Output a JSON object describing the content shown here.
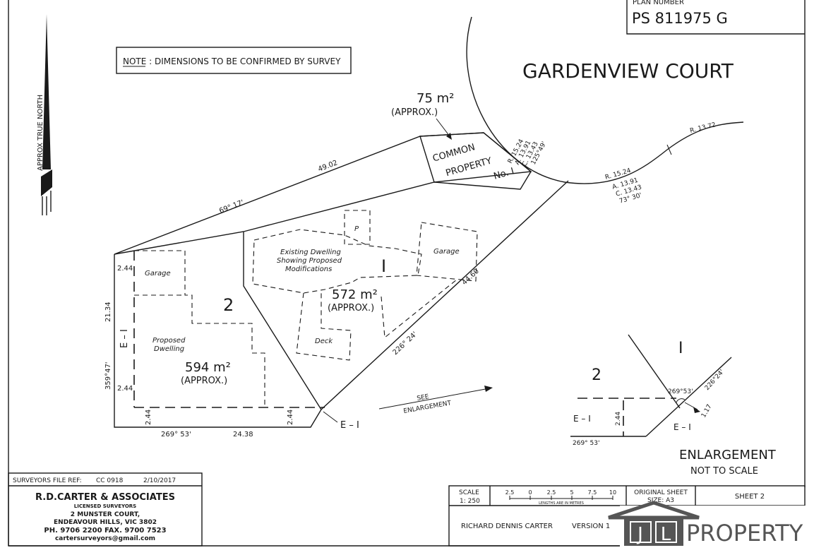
{
  "header": {
    "plan_number_label": "PLAN NUMBER",
    "plan_number": "PS 811975 G"
  },
  "note": "NOTE :  DIMENSIONS TO BE CONFIRMED BY SURVEY",
  "north_label": "APPROX TRUE NORTH",
  "street_name": "GARDENVIEW     COURT",
  "common_property": {
    "area": "75 m²",
    "approx": "(APPROX.)",
    "line1": "COMMON",
    "line2": "PROPERTY",
    "line3": "No. I"
  },
  "lot1": {
    "number": "I",
    "area": "572 m²",
    "approx": "(APPROX.)",
    "dwelling_line1": "Existing Dwelling",
    "dwelling_line2": "Showing Proposed",
    "dwelling_line3": "Modifications",
    "garage": "Garage",
    "deck": "Deck",
    "p": "P"
  },
  "lot2": {
    "number": "2",
    "area": "594 m²",
    "approx": "(APPROX.)",
    "garage": "Garage",
    "dwelling_line1": "Proposed",
    "dwelling_line2": "Dwelling"
  },
  "dimensions": {
    "d4902": "49.02",
    "bearing6917": "69° 17'",
    "d2134": "21.34",
    "bearing35947": "359°47'",
    "d244a": "2.44",
    "d244b": "2.44",
    "d244c": "2.44",
    "d244d": "2.44",
    "bearing26953": "269° 53'",
    "d2438": "24.38",
    "d4460": "44.60",
    "bearing22624": "226° 24'",
    "arc_bearing": "125°49'",
    "arc_c": "C. 13.43",
    "arc_a": "A. 13.91",
    "arc_r": "R. 15.24",
    "r1372": "R. 13.72",
    "r1524": "R. 15.24",
    "a1391": "A. 13.91",
    "c1343": "C. 13.43",
    "b7330": "73° 30'"
  },
  "easement": "E – I",
  "see_enlargement_1": "SEE",
  "see_enlargement_2": "ENLARGEMENT",
  "enlargement": {
    "lot1": "I",
    "lot2": "2",
    "b26953a": "269°53'",
    "b22624": "226°24'",
    "d117": "1.17",
    "d244": "2.44",
    "b26953b": "269° 53'",
    "e1a": "E – I",
    "e1b": "E – I",
    "title": "ENLARGEMENT",
    "subtitle": "NOT TO SCALE"
  },
  "footer": {
    "file_ref_label": "SURVEYORS FILE REF:",
    "file_ref": "CC 0918",
    "date": "2/10/2017",
    "firm": "R.D.CARTER & ASSOCIATES",
    "firm_sub": "LICENSED SURVEYORS",
    "addr1": "2 MUNSTER COURT,",
    "addr2": "ENDEAVOUR HILLS, VIC   3802",
    "phone": "PH. 9706 2200   FAX. 9700 7523",
    "email": "cartersurveyors@gmail.com",
    "scale_label": "SCALE",
    "scale": "1: 250",
    "scale_ticks": [
      "2.5",
      "0",
      "2.5",
      "5",
      "7.5",
      "10"
    ],
    "scale_units": "LENGTHS ARE IN METRES",
    "orig_sheet_1": "ORIGINAL SHEET",
    "orig_sheet_2": "SIZE: A3",
    "sheet": "SHEET  2",
    "surveyor": "RICHARD DENNIS CARTER",
    "version": "VERSION 1"
  },
  "logo": {
    "j": "J",
    "l": "L",
    "property": "PROPERTY"
  }
}
